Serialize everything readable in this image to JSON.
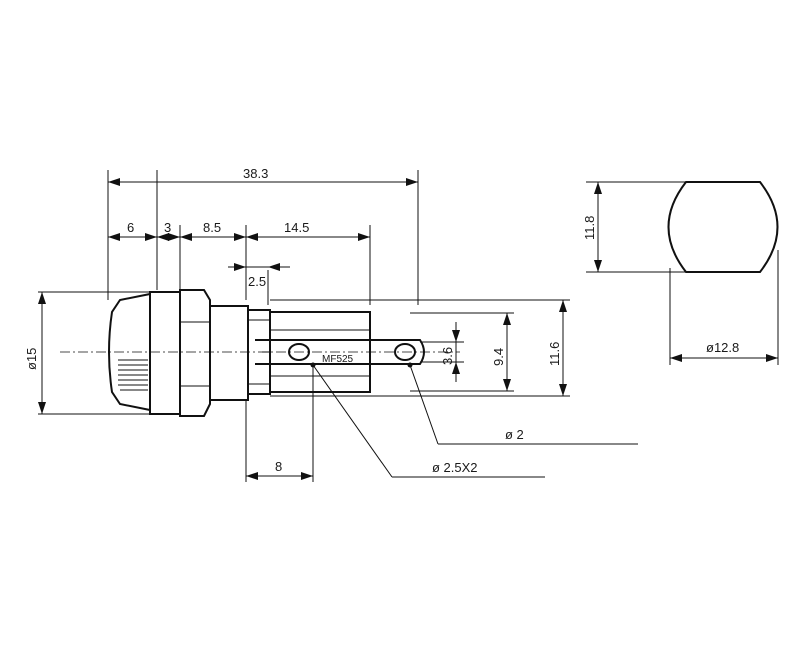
{
  "drawing": {
    "part_label": "MF525",
    "dimensions": {
      "overall_length": "38.3",
      "cap_length": "6",
      "flange_length": "3",
      "body_length": "8.5",
      "terminal_length": "14.5",
      "gap": "2.5",
      "cap_diameter": "ø15",
      "terminal_offset": "8",
      "hole_width": "3.6",
      "terminal_height": "9.4",
      "body_height": "11.6",
      "flat_height": "11.8",
      "side_diameter": "ø12.8"
    },
    "callouts": {
      "small_hole": "ø 2",
      "mount_holes": "ø 2.5X2"
    }
  }
}
